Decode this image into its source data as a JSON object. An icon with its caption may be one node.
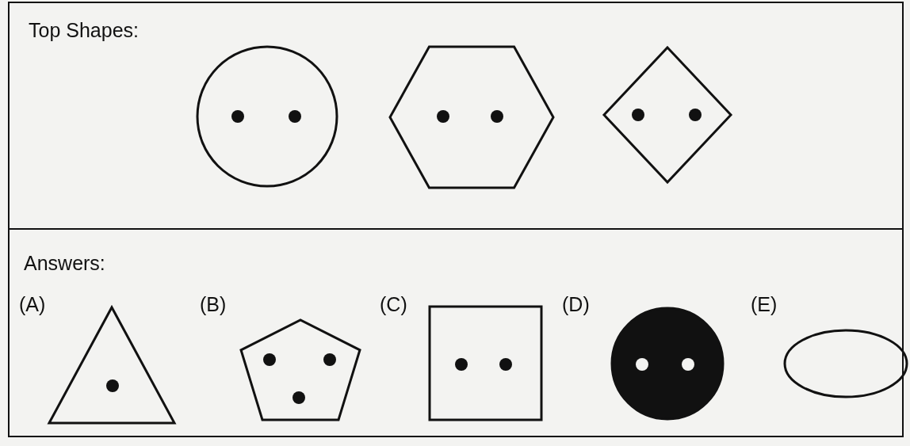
{
  "diagram": {
    "nodes": [
      {
        "text": [
          "Top Shapes:"
        ]
      },
      {
        "text": [],
        "shape": "circle",
        "in": 0
      },
      {
        "text": [],
        "shape": "hexagon",
        "in": 0
      },
      {
        "text": [],
        "shape": "diamond",
        "in": 0
      },
      {
        "text": [
          "Answers:"
        ]
      },
      {
        "text": [],
        "shape": "triangle",
        "in": 4,
        "beside": [
          "(A)"
        ]
      },
      {
        "text": [],
        "shape": "pentagon",
        "in": 4,
        "beside": [
          "(B)"
        ]
      },
      {
        "text": [],
        "shape": "box",
        "in": 4,
        "beside": [
          "(C)"
        ]
      },
      {
        "text": [],
        "shape": "circle",
        "in": 4,
        "beside": [
          "(D)"
        ]
      },
      {
        "text": [],
        "shape": "ellipse",
        "in": 4,
        "beside": [
          "(E)"
        ]
      }
    ],
    "edges": []
  }
}
